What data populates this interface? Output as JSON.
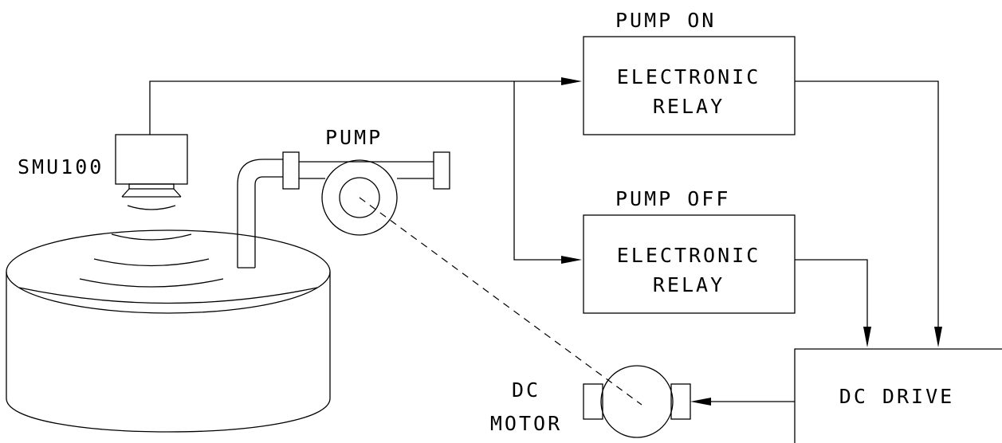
{
  "labels": {
    "sensor": "SMU100",
    "pump": "PUMP",
    "pump_on_title": "PUMP ON",
    "pump_off_title": "PUMP OFF",
    "relay_line1": "ELECTRONIC",
    "relay_line2": "RELAY",
    "dc_drive": "DC DRIVE",
    "dc_motor_line1": "DC",
    "dc_motor_line2": "MOTOR"
  },
  "colors": {
    "line": "#000000",
    "background": "#ffffff"
  }
}
